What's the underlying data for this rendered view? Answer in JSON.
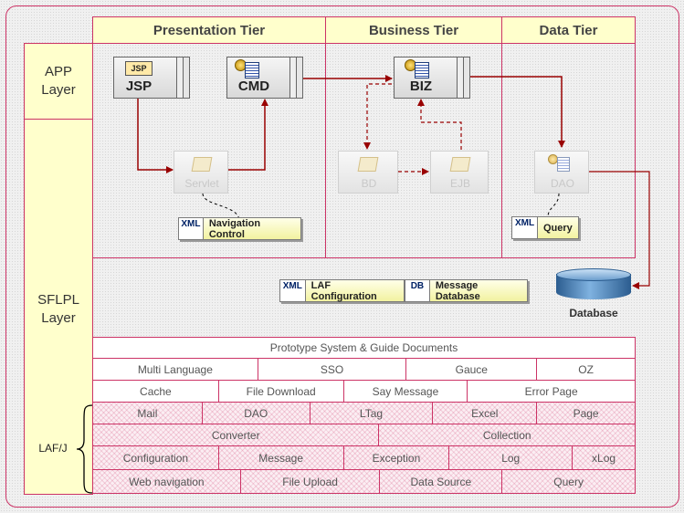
{
  "tiers": [
    "Presentation Tier",
    "Business Tier",
    "Data Tier"
  ],
  "layers": {
    "app": [
      "APP",
      "Layer"
    ],
    "sflpl": [
      "SFLPL",
      "Layer"
    ],
    "lafj": "LAF/J"
  },
  "components": {
    "jsp": {
      "label": "JSP",
      "icon_text": "JSP"
    },
    "cmd": {
      "label": "CMD"
    },
    "biz": {
      "label": "BIZ"
    },
    "servlet": {
      "label": "Servlet"
    },
    "bd": {
      "label": "BD"
    },
    "ejb": {
      "label": "EJB"
    },
    "dao": {
      "label": "DAO"
    }
  },
  "xml_boxes": {
    "navigation": {
      "tag": "XML",
      "label": "Navigation Control"
    },
    "query": {
      "tag": "XML",
      "label": "Query"
    },
    "laf_config": {
      "tag": "XML",
      "label": "LAF Configuration"
    },
    "message_db": {
      "tag": "DB",
      "label": "Message Database"
    }
  },
  "database_label": "Database",
  "framework_rows": [
    [
      "Prototype System & Guide Documents"
    ],
    [
      "Multi Language",
      "SSO",
      "Gauce",
      "OZ"
    ],
    [
      "Cache",
      "File Download",
      "Say Message",
      "Error Page"
    ],
    [
      "Mail",
      "DAO",
      "LTag",
      "Excel",
      "Page"
    ],
    [
      "Converter",
      "Collection"
    ],
    [
      "Configuration",
      "Message",
      "Exception",
      "Log",
      "xLog"
    ],
    [
      "Web navigation",
      "File Upload",
      "Data Source",
      "Query"
    ]
  ],
  "colors": {
    "frame": "#cc3366",
    "tier_fill": "#ffffcc",
    "arrow": "#990000"
  }
}
